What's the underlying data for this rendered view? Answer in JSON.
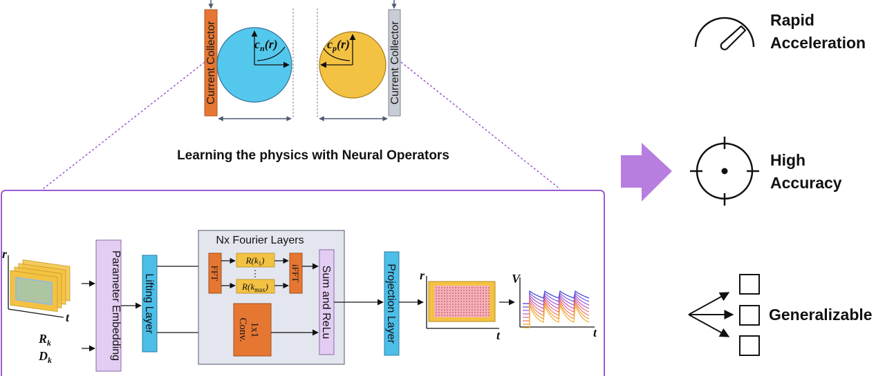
{
  "battery": {
    "collector_left": "Current Collector",
    "collector_right": "Current Collector",
    "particle_neg_label": "c",
    "particle_neg_sub": "n",
    "particle_neg_arg": "(r)",
    "particle_pos_label": "c",
    "particle_pos_sub": "p",
    "particle_pos_arg": "(r)"
  },
  "title": "Learning the physics with Neural Operators",
  "pipeline": {
    "input_axis_r": "r",
    "input_axis_t": "t",
    "param_r": "R",
    "param_r_sub": "k",
    "param_d": "D",
    "param_d_sub": "k",
    "parameter_embedding": "Parameter Embedding",
    "lifting_layer": "Lifting Layer",
    "fourier_group": "Nx Fourier Layers",
    "fft": "FFT",
    "ifft": "iFFT",
    "r_k1": "R(k",
    "r_k1_sub": "1",
    "r_kmax": "R(k",
    "r_kmax_sub": "max",
    "ellipsis": "⋮",
    "conv_line1": "1x1",
    "conv_line2": "Conv.",
    "sum_relu": "Sum and ReLu",
    "projection_layer": "Projection Layer",
    "output_axis_r": "r",
    "output_axis_t": "t",
    "voltage_axis_v": "V",
    "voltage_axis_t": "t"
  },
  "features": [
    {
      "line1": "Rapid",
      "line2": "Acceleration",
      "icon": "speedometer-icon"
    },
    {
      "line1": "High",
      "line2": "Accuracy",
      "icon": "crosshair-icon"
    },
    {
      "line1": "Generalizable",
      "line2": "",
      "icon": "branching-arrows-icon"
    }
  ],
  "colors": {
    "collector_left": "#e57733",
    "collector_right": "#c8ccd4",
    "particle_neg": "#54c8ec",
    "particle_pos": "#f4c242",
    "panel_border": "#9b59d0",
    "big_arrow": "#b77ee0",
    "embedding_fill": "#e3cdf2",
    "lifting_fill": "#4cbee8",
    "fourier_group_fill": "#e3e6ef",
    "fft_fill": "#e57733",
    "rk_fill": "#f4c242",
    "conv_fill": "#e57733",
    "grid_fill": "#f4c242",
    "grid_dots": "#d04a6a"
  }
}
